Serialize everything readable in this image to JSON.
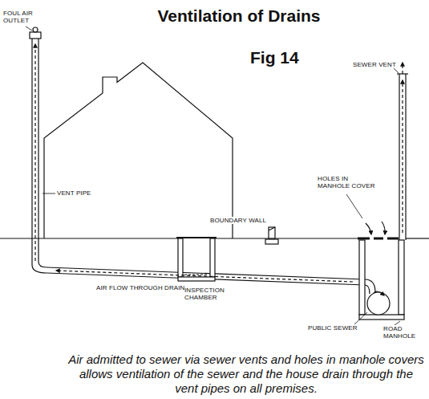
{
  "diagram": {
    "title": "Ventilation of Drains",
    "caption": "Air admitted to sewer via sewer vents and holes in manhole covers allows ventilation of the sewer and the house drain through the vent pipes on all premises.",
    "labels": [
      "Fig 14",
      "FOUL AIR OUTLET",
      "VENT PIPE",
      "AIR FLOW THROUGH DRAIN",
      "BOUNDARY WALL",
      "INSPECTION CHAMBER",
      "HOLES IN MANHOLE COVER",
      "SEWER VENT",
      "PUBLIC SEWER",
      "ROAD MANHOLE"
    ]
  }
}
